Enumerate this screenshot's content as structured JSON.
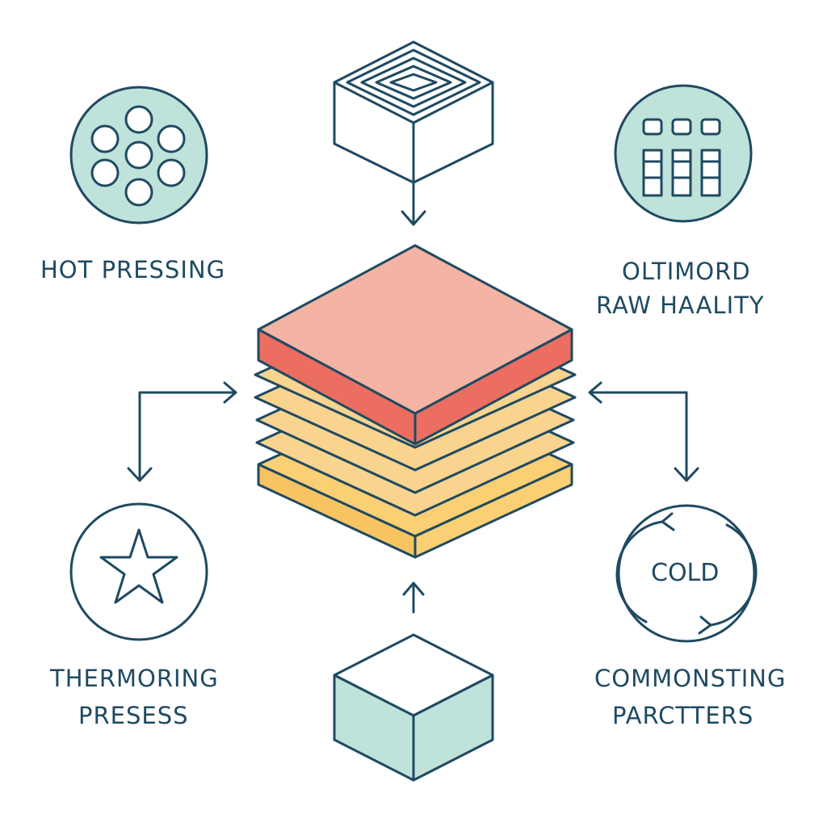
{
  "colors": {
    "stroke": "#1f4a62",
    "teal_fill": "#bfe3da",
    "top_layer": "#f4b3a3",
    "top_layer_side": "#ec6e61",
    "middle_layers": "#f8d48f",
    "bottom_layer": "#fbcf74",
    "background": "#ffffff"
  },
  "icons": {
    "top": "open-box-icon",
    "top_left": "circles-cluster-icon",
    "top_right": "grid-blocks-icon",
    "bottom_left": "star-icon",
    "bottom_right": "cold-cycle-icon",
    "bottom": "cube-icon",
    "center": "layered-stack-icon"
  },
  "labels": {
    "hot_pressing": "HOT PRESSING",
    "top_right_line1": "OLTIMORD",
    "top_right_line2": "RAW HAALITY",
    "bottom_left_line1": "THERMORING",
    "bottom_left_line2": "PRESESS",
    "bottom_right_line1": "COMMONSTING",
    "bottom_right_line2": "PARCTTERS",
    "cold_badge": "COLD"
  }
}
